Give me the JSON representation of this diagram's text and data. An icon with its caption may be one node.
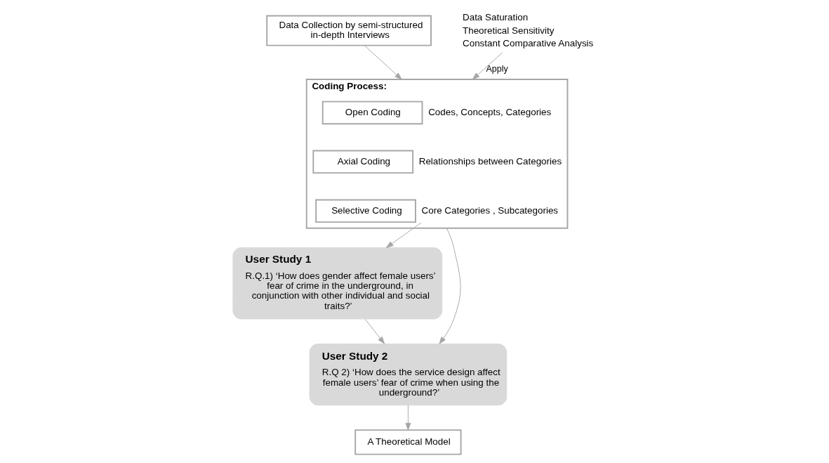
{
  "diagram": {
    "nodes": [
      {
        "text": [
          "Data Collection by semi-structured in-depth Interviews"
        ]
      },
      {
        "text": [
          "Data Saturation",
          "Theoretical Sensitivity",
          "Constant Comparative Analysis"
        ]
      },
      {
        "text": [
          "Coding Process:"
        ]
      },
      {
        "text": [
          "Open Coding"
        ],
        "in": 2,
        "beside": [
          "Codes, Concepts, Categories"
        ]
      },
      {
        "text": [
          "Axial Coding"
        ],
        "in": 2,
        "beside": [
          "Relationships between Categories"
        ]
      },
      {
        "text": [
          "Selective Coding"
        ],
        "in": 2,
        "beside": [
          "Core Categories , Subcategories"
        ]
      },
      {
        "text": [
          "User Study 1",
          "R.Q.1) ‘How does gender affect female users’ fear of crime in the underground, in conjunction with other individual and social traits?’"
        ]
      },
      {
        "text": [
          "User Study 2",
          "R.Q 2) ‘How does the service design affect female users’ fear of crime when using the underground?’"
        ]
      },
      {
        "text": [
          "A Theoretical Model"
        ]
      }
    ],
    "edges": [
      {
        "from": 0,
        "to": 2,
        "arrow": "to"
      },
      {
        "from": 1,
        "to": 2,
        "arrow": "to",
        "label": "Apply"
      },
      {
        "from": 5,
        "to": 6,
        "arrow": "to"
      },
      {
        "from": 2,
        "to": 7,
        "arrow": "to"
      },
      {
        "from": 6,
        "to": 7,
        "arrow": "to"
      },
      {
        "from": 7,
        "to": 8,
        "arrow": "to"
      }
    ]
  }
}
